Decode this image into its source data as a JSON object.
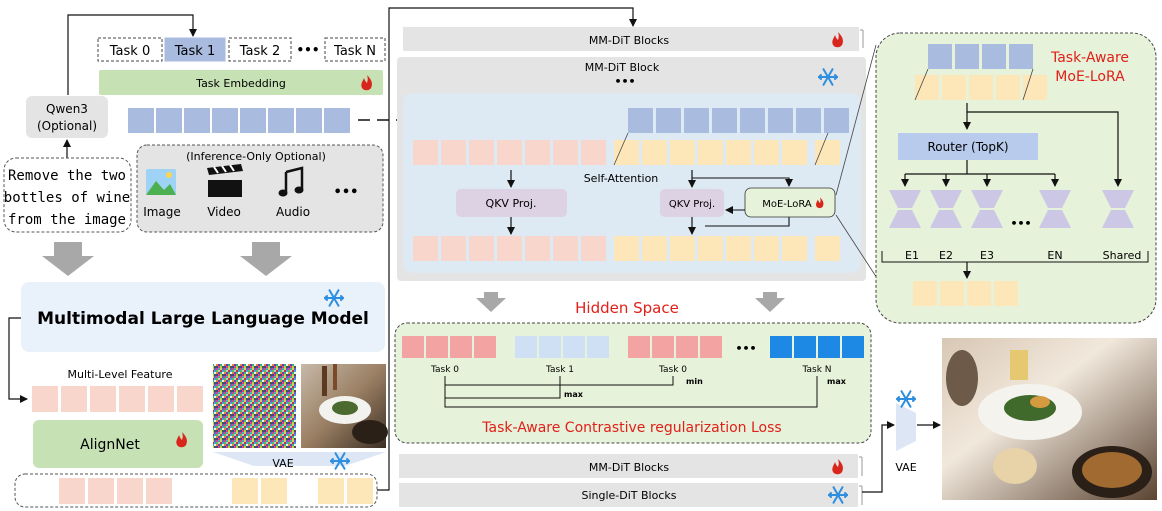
{
  "tasks": [
    "Task 0",
    "Task 1",
    "Task 2",
    "Task N"
  ],
  "task_ellipsis": "•••",
  "task_embedding": "Task Embedding",
  "qwen": [
    "Qwen3",
    "(Optional)"
  ],
  "prompt_lines": [
    "Remove the two",
    "bottles of wine",
    "from the image"
  ],
  "inference_title": "(Inference-Only Optional)",
  "modalities": [
    "Image",
    "Video",
    "Audio"
  ],
  "modality_ellipsis": "•••",
  "mllm": "Multimodal Large Language Model",
  "multi_level_feature": "Multi-Level Feature",
  "alignnet": "AlignNet",
  "vae_label": "VAE",
  "mmdit_blocks_top": "MM-DiT Blocks",
  "mmdit_block": "MM-DiT Block",
  "block_ellipsis": "•••",
  "self_attention": "Self-Attention",
  "qkv_left": "QKV Proj.",
  "qkv_right": "QKV Proj.",
  "moe_lora_small": "MoE-LoRA",
  "hidden_space": "Hidden Space",
  "hs_labels": [
    "Task 0",
    "Task 1",
    "Task 0",
    "Task N"
  ],
  "hs_min": "min",
  "hs_max1": "max",
  "hs_max2": "max",
  "hs_ellipsis": "•••",
  "contrastive_loss": "Task-Aware Contrastive regularization Loss",
  "mmdit_blocks_bottom": "MM-DiT Blocks",
  "single_dit_blocks": "Single-DiT Blocks",
  "moe_title": [
    "Task-Aware",
    "MoE-LoRA"
  ],
  "router": "Router (TopK)",
  "experts": [
    "E1",
    "E2",
    "E3",
    "EN",
    "Shared"
  ],
  "expert_ellipsis": "•••",
  "vae_right": "VAE",
  "colors": {
    "blue_token": "#a9bce0",
    "pink_token": "#f8d6cc",
    "yellow_token": "#fde7b8",
    "green_panel": "#e6f2d9",
    "red_text": "#e0201a",
    "dark_blue": "#1e88e5",
    "gray_box": "#e4e4e4",
    "purple_box": "#ddd1e4"
  },
  "icons": [
    "fire-icon",
    "snowflake-icon",
    "image-icon",
    "video-icon",
    "audio-icon"
  ]
}
